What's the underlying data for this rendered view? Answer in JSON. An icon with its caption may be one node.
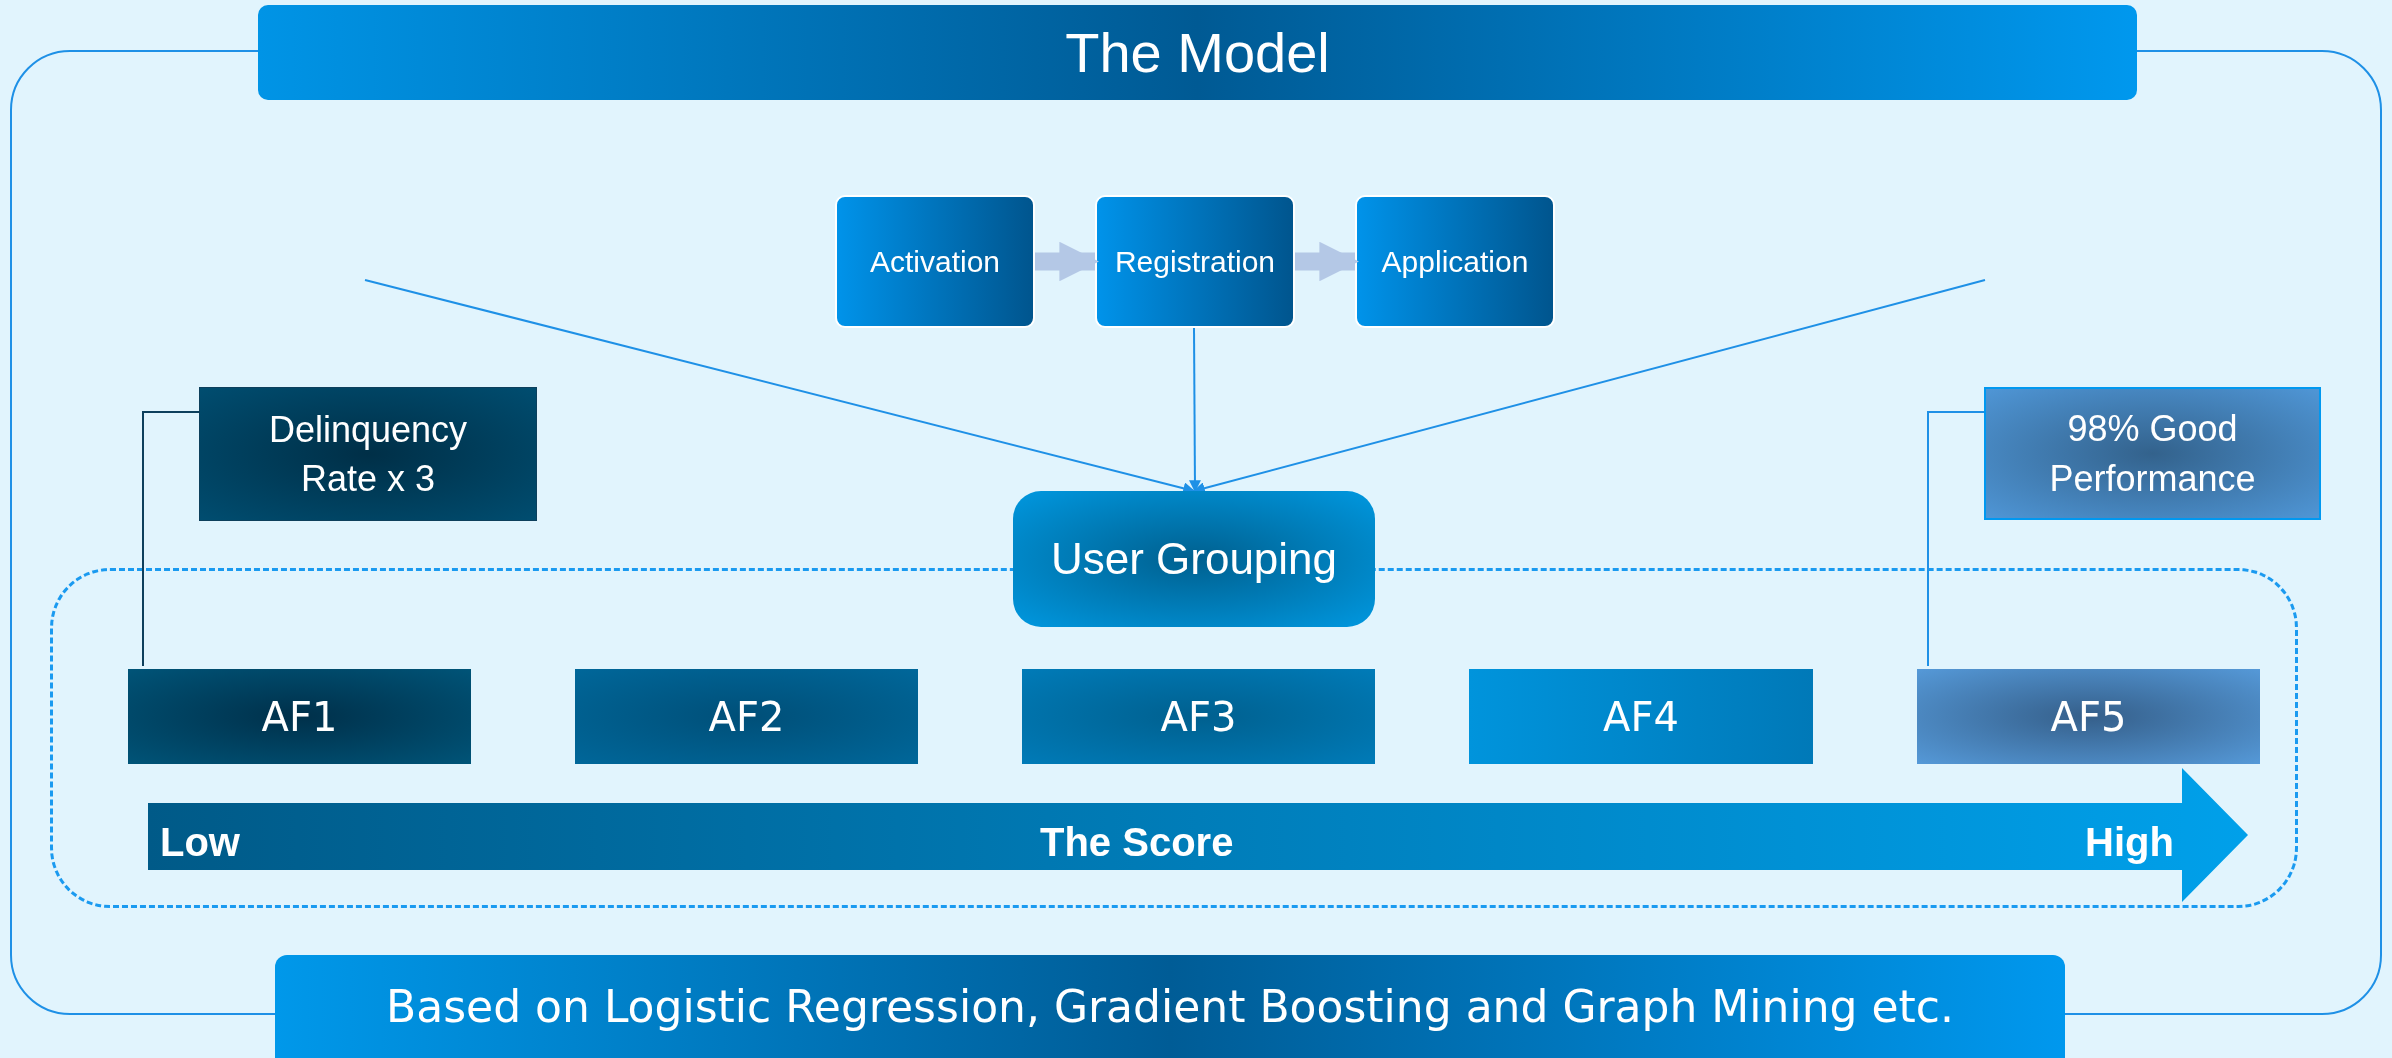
{
  "diagram": {
    "title": "The Model",
    "caption": "Based on Logistic Regression, Gradient Boosting and Graph Mining etc.",
    "nodes": [
      {
        "text": [
          "Activation"
        ]
      },
      {
        "text": [
          "Registration"
        ]
      },
      {
        "text": [
          "Application"
        ]
      },
      {
        "text": [
          "User Grouping"
        ]
      },
      {
        "text": [
          "Delinquency Rate x 3"
        ]
      },
      {
        "text": [
          "98% Good Performance"
        ]
      },
      {
        "text": [],
        "shape": "box"
      },
      {
        "text": [
          "AF1"
        ],
        "in": 6
      },
      {
        "text": [
          "AF2"
        ],
        "in": 6
      },
      {
        "text": [
          "AF3"
        ],
        "in": 6
      },
      {
        "text": [
          "AF4"
        ],
        "in": 6
      },
      {
        "text": [
          "AF5"
        ],
        "in": 6
      }
    ],
    "edges": [
      {
        "from": 0,
        "to": 1,
        "arrow": "to",
        "style": "thick",
        "color": "#b4c8e6"
      },
      {
        "from": 1,
        "to": 2,
        "arrow": "to",
        "style": "thick",
        "color": "#b4c8e6"
      },
      {
        "from": null,
        "to": 3,
        "arrow": "to"
      },
      {
        "from": 1,
        "to": 3,
        "arrow": "to"
      },
      {
        "from": null,
        "to": 3,
        "arrow": "to"
      },
      {
        "from": 4,
        "to": 7,
        "arrow": "none",
        "color": "#0d3f5c"
      },
      {
        "from": 5,
        "to": 11,
        "arrow": "none"
      }
    ],
    "labels": [
      "Low",
      "The Score",
      "High"
    ]
  }
}
